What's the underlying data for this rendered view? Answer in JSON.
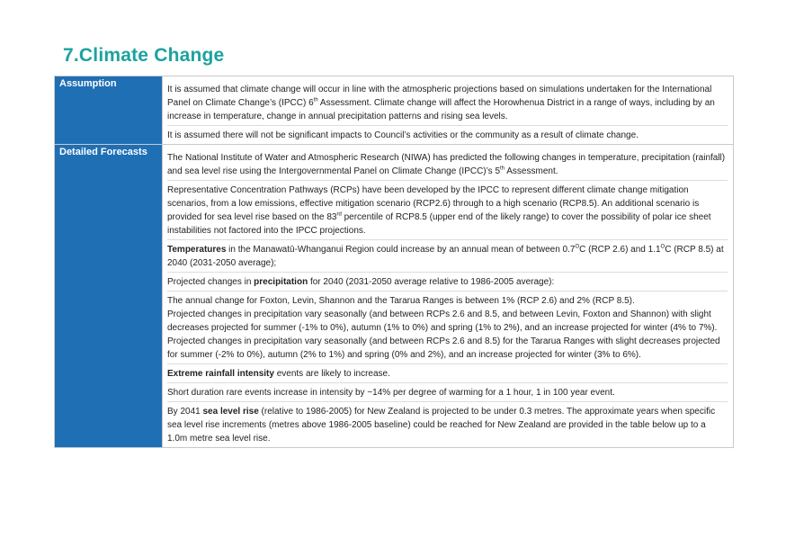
{
  "section": {
    "number": "7.",
    "title": "Climate Change"
  },
  "rows": [
    {
      "label": "Assumption",
      "paragraphs": [
        [
          "It is assumed that climate change will occur in line with the atmospheric projections based on simulations undertaken for the International Panel on Climate Change’s (IPCC) 6",
          "th",
          " Assessment. Climate change will affect the Horowhenua District in a range of ways, including by an increase in temperature, change in annual precipitation patterns and rising sea levels."
        ],
        "It is assumed there will not be significant impacts to Council’s activities or the community as a result of climate change."
      ]
    },
    {
      "label": "Detailed Forecasts",
      "paragraphs": [
        [
          "The National Institute of Water and Atmospheric Research (NIWA) has predicted the following changes in temperature, precipitation (rainfall) and sea level rise using the Intergovernmental Panel on Climate Change (IPCC)’s 5",
          "th",
          " Assessment."
        ],
        [
          "Representative Concentration Pathways (RCPs) have been developed by the IPCC to represent different climate change mitigation scenarios, from a low emissions, effective mitigation scenario (RCP2.6) through to a high scenario (RCP8.5). An additional scenario is provided for sea level rise based on the 83",
          "rd",
          " percentile of RCP8.5 (upper end of the likely range) to cover the possibility of polar ice sheet instabilities not factored into the IPCC projections."
        ],
        [
          "Temperatures",
          " in the Manawatū-Whanganui Region could increase by an annual mean of between 0.7",
          "O",
          "C (RCP 2.6) and 1.1",
          "O",
          "C (RCP 8.5) at 2040 (2031-2050 average);"
        ],
        [
          "Projected changes in ",
          "precipitation",
          " for 2040 (2031-2050 average relative to 1986-2005 average):"
        ],
        [
          "The annual change for Foxton, Levin, Shannon and the Tararua Ranges is between 1% (RCP 2.6) and 2% (RCP 8.5).",
          "Projected changes in precipitation vary seasonally (and between RCPs 2.6 and 8.5, and between Levin, Foxton and Shannon) with slight decreases projected for summer (-1% to 0%), autumn (1% to 0%) and spring (1% to 2%), and an increase projected for winter (4% to 7%).",
          "Projected changes in precipitation vary seasonally (and between RCPs 2.6 and 8.5) for the Tararua Ranges with slight decreases projected for summer (-2% to 0%), autumn (2% to 1%) and spring (0% and 2%), and an increase projected for winter (3% to 6%)."
        ],
        [
          "Extreme rainfall intensity",
          " events are likely to increase."
        ],
        "Short duration rare events increase in intensity by ~14% per degree of warming for a 1 hour, 1 in 100 year event.",
        [
          "By 2041 ",
          "sea level rise",
          " (relative to 1986-2005) for New Zealand is projected to be under 0.3 metres. The approximate years when specific sea level rise increments (metres above 1986-2005 baseline) could be reached for New Zealand are provided in the table below up to a 1.0m metre sea level rise."
        ]
      ]
    }
  ]
}
